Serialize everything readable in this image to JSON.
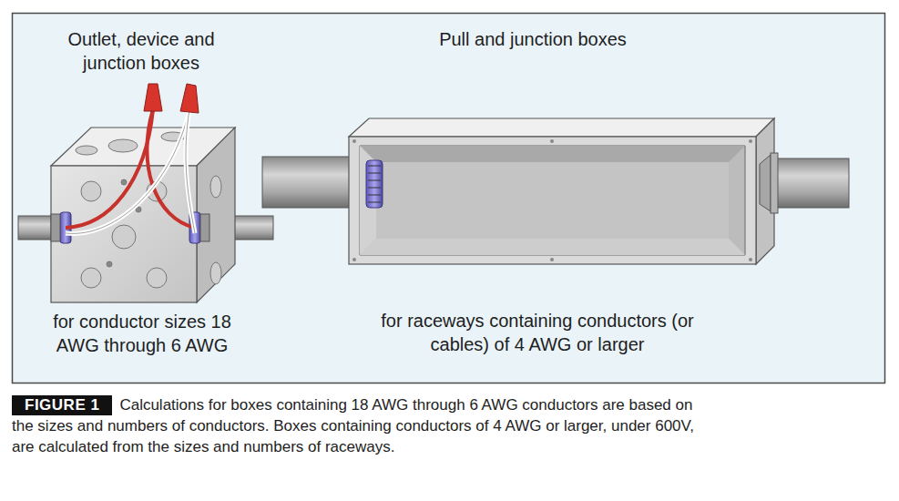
{
  "diagram": {
    "caption": "Calculations for boxes containing 18 AWG through 6 AWG conductors are based on the sizes and numbers of conductors. Boxes containing conductors of 4 AWG or larger, under 600V, are calculated from the sizes and numbers of raceways.",
    "nodes": [
      {
        "text": [
          "FIGURE 1"
        ]
      }
    ],
    "labels": [
      "Outlet, device and junction boxes",
      "Pull and junction boxes",
      "for conductor sizes 18 AWG through 6 AWG",
      "for raceways containing conductors (or cables) of 4 AWG or larger"
    ]
  }
}
